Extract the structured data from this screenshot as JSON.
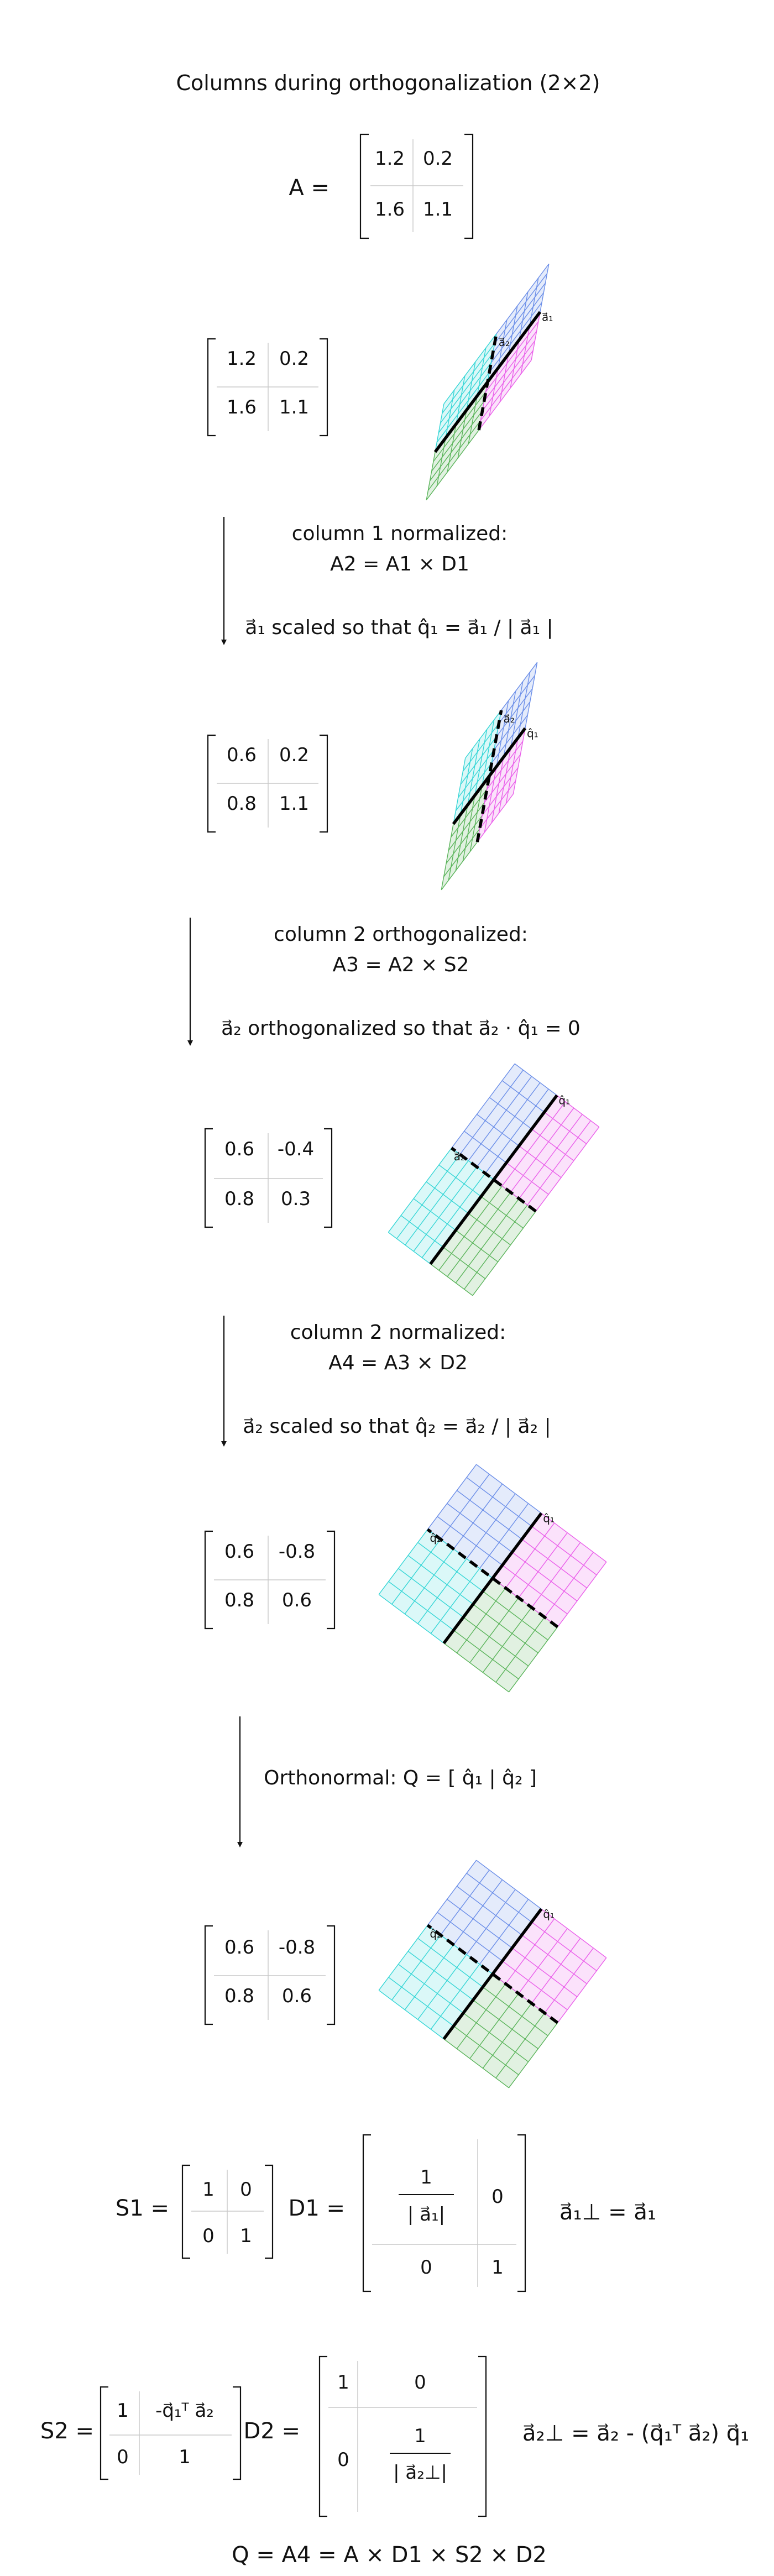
{
  "title": "Columns during orthogonalization (2×2)",
  "initial": {
    "lhs": "A =",
    "matrix": [
      [
        "1.2",
        "0.2"
      ],
      [
        "1.6",
        "1.1"
      ]
    ]
  },
  "colors": {
    "quadrant_1_2": "#6b8ee8",
    "quadrant_1_neg2": "#ea5fea",
    "quadrant_neg1_2": "#36d6d6",
    "quadrant_neg1_neg2": "#5ab45a",
    "text": "#111111"
  },
  "stages": [
    {
      "matrix": [
        [
          "1.2",
          "0.2"
        ],
        [
          "1.6",
          "1.1"
        ]
      ],
      "col1": [
        1.2,
        1.6
      ],
      "col2": [
        0.2,
        1.1
      ],
      "label1": "a⃗₁",
      "label2": "a⃗₂"
    },
    {
      "matrix": [
        [
          "0.6",
          "0.2"
        ],
        [
          "0.8",
          "1.1"
        ]
      ],
      "col1": [
        0.6,
        0.8
      ],
      "col2": [
        0.2,
        1.1
      ],
      "label1": "q̂₁",
      "label2": "a⃗₂"
    },
    {
      "matrix": [
        [
          "0.6",
          "-0.4"
        ],
        [
          "0.8",
          "0.3"
        ]
      ],
      "col1": [
        0.6,
        0.8
      ],
      "col2": [
        -0.4,
        0.3
      ],
      "label1": "q̂₁",
      "label2": "a⃗₂"
    },
    {
      "matrix": [
        [
          "0.6",
          "-0.8"
        ],
        [
          "0.8",
          "0.6"
        ]
      ],
      "col1": [
        0.6,
        0.8
      ],
      "col2": [
        -0.8,
        0.6
      ],
      "label1": "q̂₁",
      "label2": "q̂₂"
    },
    {
      "matrix": [
        [
          "0.6",
          "-0.8"
        ],
        [
          "0.8",
          "0.6"
        ]
      ],
      "col1": [
        0.6,
        0.8
      ],
      "col2": [
        -0.8,
        0.6
      ],
      "label1": "q̂₁",
      "label2": "q̂₂"
    }
  ],
  "transitions": [
    {
      "heading": "column 1 normalized:",
      "equation": "A2 = A1 × D1",
      "note": "a⃗₁ scaled so that q̂₁ = a⃗₁ / | a⃗₁ |"
    },
    {
      "heading": "column 2 orthogonalized:",
      "equation": "A3 = A2 × S2",
      "note": "a⃗₂ orthogonalized so that a⃗₂ · q̂₁ = 0"
    },
    {
      "heading": "column 2 normalized:",
      "equation": "A4 = A3 × D2",
      "note": "a⃗₂ scaled so that q̂₂ = a⃗₂ / | a⃗₂ |"
    },
    {
      "heading": "Orthonormal: Q = [ q̂₁ | q̂₂ ]",
      "equation": "",
      "note": ""
    }
  ],
  "definitions": {
    "s1_label": "S1 =",
    "s1": [
      [
        "1",
        "0"
      ],
      [
        "0",
        "1"
      ]
    ],
    "d1_label": "D1 =",
    "d1": {
      "numerator": "1",
      "denominator": "| a⃗₁|",
      "top_right": "0",
      "bottom_left": "0",
      "bottom_right": "1"
    },
    "d1_note": "a⃗₁⊥ = a⃗₁",
    "s2_label": "S2 =",
    "s2": {
      "top_left": "1",
      "top_right": "-q⃗₁ᵀ a⃗₂",
      "bottom_left": "0",
      "bottom_right": "1"
    },
    "d2_label": "D2 =",
    "d2": {
      "top_left": "1",
      "top_right": "0",
      "bottom_left": "0",
      "numerator": "1",
      "denominator": "| a⃗₂⊥|"
    },
    "d2_note": "a⃗₂⊥ = a⃗₂ - (q⃗₁ᵀ a⃗₂) q⃗₁",
    "final": "Q = A4 = A × D1 × S2 × D2"
  }
}
